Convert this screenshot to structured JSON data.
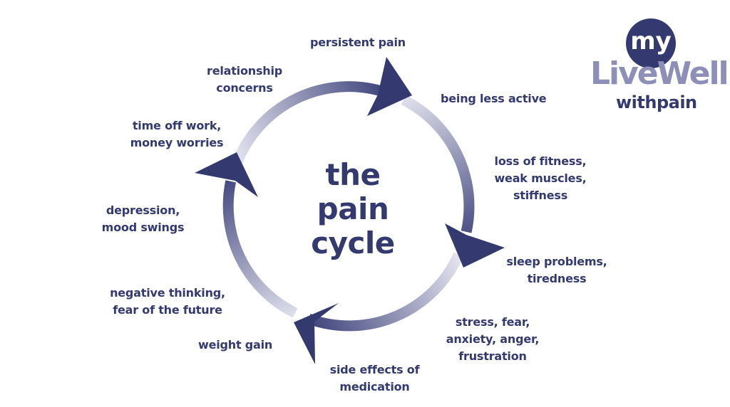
{
  "diagram": {
    "center_title": "the\npain\ncycle",
    "stages": [
      "persistent pain",
      "being less active",
      "loss of fitness,\nweak muscles,\nstiffness",
      "sleep problems,\ntiredness",
      "stress, fear,\nanxiety, anger,\nfrustration",
      "side effects of\nmedication",
      "weight gain",
      "negative thinking,\nfear of the future",
      "depression,\nmood swings",
      "time off work,\nmoney worries",
      "relationship\nconcerns"
    ]
  },
  "logo": {
    "my": "my",
    "live_well": "LiveWell",
    "with_pain": "withpain"
  },
  "colors": {
    "primary": "#343a70",
    "ring_dark": "#3a3f78",
    "ring_light": "#e8e8f2",
    "logo_light": "#8d8fb8"
  }
}
